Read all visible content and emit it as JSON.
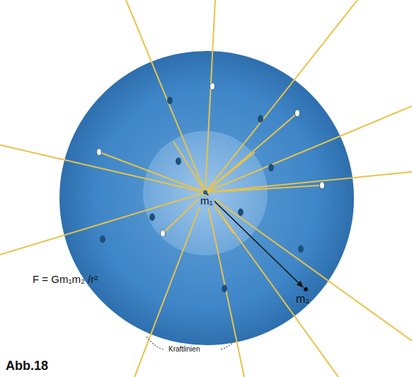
{
  "diagram": {
    "labels": [
      "m₁",
      "m₂",
      "F = Gm₁m₂ /r²",
      "Kraftlinien",
      "Abb.18"
    ]
  }
}
